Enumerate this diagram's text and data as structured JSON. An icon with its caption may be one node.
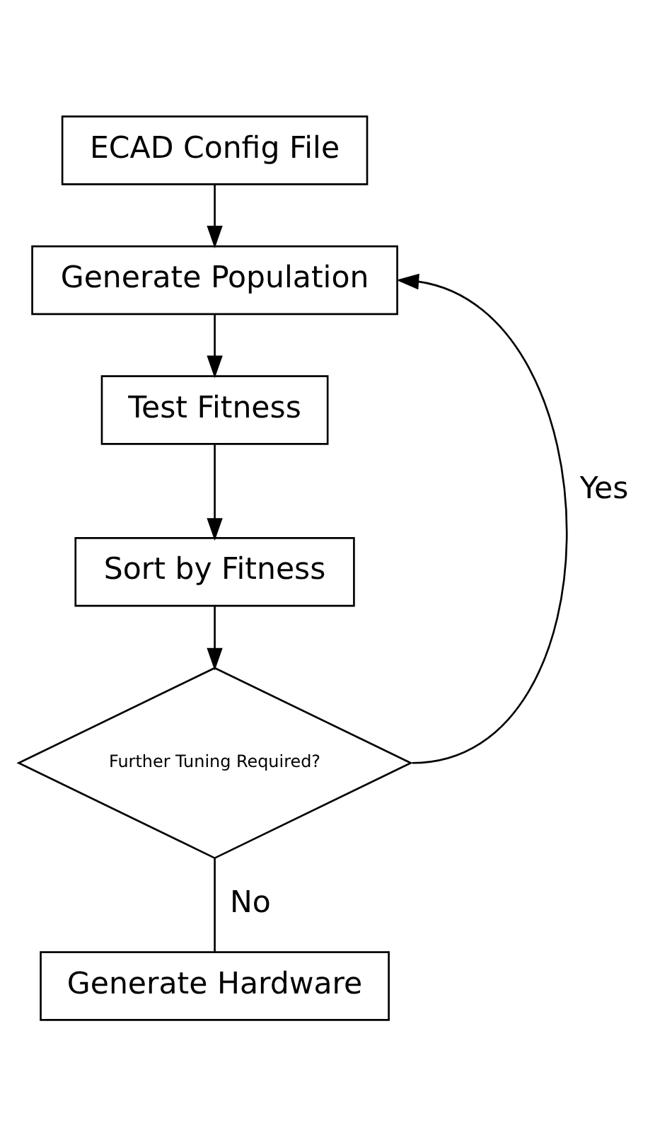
{
  "diagram": {
    "nodes": [
      {
        "text": [
          "ECAD Config File"
        ]
      },
      {
        "text": [
          "Generate Population"
        ]
      },
      {
        "text": [
          "Test Fitness"
        ]
      },
      {
        "text": [
          "Sort by Fitness"
        ]
      },
      {
        "text": [
          "Further Tuning Required?"
        ]
      },
      {
        "text": [
          "Generate Hardware"
        ]
      }
    ],
    "edges": [
      {
        "from": 0,
        "to": 1,
        "arrow": "to"
      },
      {
        "from": 1,
        "to": 2,
        "arrow": "to"
      },
      {
        "from": 2,
        "to": 3,
        "arrow": "to"
      },
      {
        "from": 3,
        "to": 4,
        "arrow": "to"
      },
      {
        "from": 4,
        "to": 1,
        "arrow": "to",
        "label": "Yes"
      },
      {
        "from": 4,
        "to": 5,
        "arrow": "none",
        "label": "No"
      }
    ]
  }
}
